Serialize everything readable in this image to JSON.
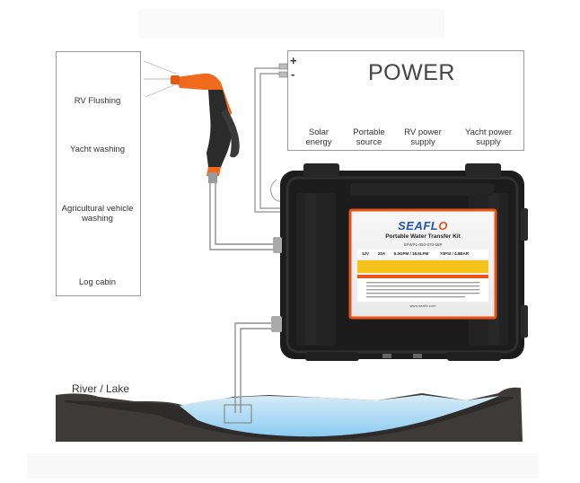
{
  "power": {
    "title": "POWER",
    "plus": "+",
    "minus": "-",
    "sources": [
      {
        "icon": "solar-panel-icon",
        "label_lines": [
          "Solar",
          "energy"
        ]
      },
      {
        "icon": "battery-icon",
        "label_lines": [
          "Portable",
          "source"
        ]
      },
      {
        "icon": "rv-icon",
        "label_lines": [
          "RV power",
          "supply"
        ]
      },
      {
        "icon": "yacht-icon",
        "label_lines": [
          "Yacht power",
          "supply"
        ]
      }
    ]
  },
  "uses": [
    {
      "icon": "rv-icon",
      "label_lines": [
        "RV Flushing"
      ]
    },
    {
      "icon": "yacht-icon",
      "label_lines": [
        "Yacht washing"
      ]
    },
    {
      "icon": "tractor-icon",
      "label_lines": [
        "Agricultural vehicle",
        "washing"
      ]
    },
    {
      "icon": "log-cabin-icon",
      "label_lines": [
        "Log cabin"
      ]
    }
  ],
  "kit": {
    "brand_main": "SEAFL",
    "brand_o": "O",
    "title": "Portable Water Transfer Kit",
    "model": "SFWP1-050-070-56P",
    "specs": [
      "12V",
      "20A",
      "5.0GPM / 18.9LPM",
      "70PSI / 4.8BAR"
    ],
    "website": "www.seaflo.com"
  },
  "water": {
    "label": "River / Lake"
  },
  "colors": {
    "case": "#1b1b1b",
    "case_edge": "#2c2c2c",
    "label_orange": "#e8541a",
    "label_blue": "#1e56b8",
    "water_top": "#cfe6f6",
    "water_bottom": "#9fd0ef",
    "ground": "#3a3836",
    "hose": "#9a9a9a",
    "gun_orange": "#f06a1e"
  }
}
